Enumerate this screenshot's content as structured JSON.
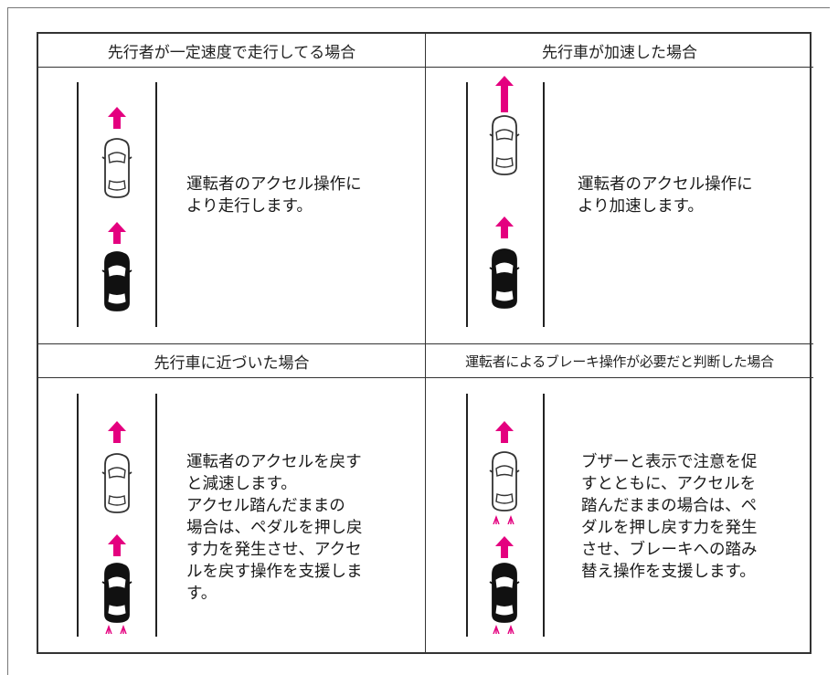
{
  "panels": [
    {
      "title": "先行者が一定速度で走行してる場合",
      "description": "運転者のアクセル操作に\nより走行します。"
    },
    {
      "title": "先行車が加速した場合",
      "description": "運転者のアクセル操作に\nより加速します。"
    },
    {
      "title": "先行車に近づいた場合",
      "description": "運転者のアクセルを戻す\nと減速します。\nアクセル踏んだままの\n場合は、ペダルを押し戻\nす力を発生させ、アクセ\nルを戻す操作を支援しま\nす。"
    },
    {
      "title": "運転者によるブレーキ操作が必要だと判断した場合",
      "description": "ブザーと表示で注意を促\nすとともに、アクセルを\n踏んだままの場合は、ペ\nダルを押し戻す力を発生\nさせ、ブレーキへの踏み\n替え操作を支援します。"
    }
  ],
  "colors": {
    "accent": "#e4007f",
    "line": "#222222"
  }
}
